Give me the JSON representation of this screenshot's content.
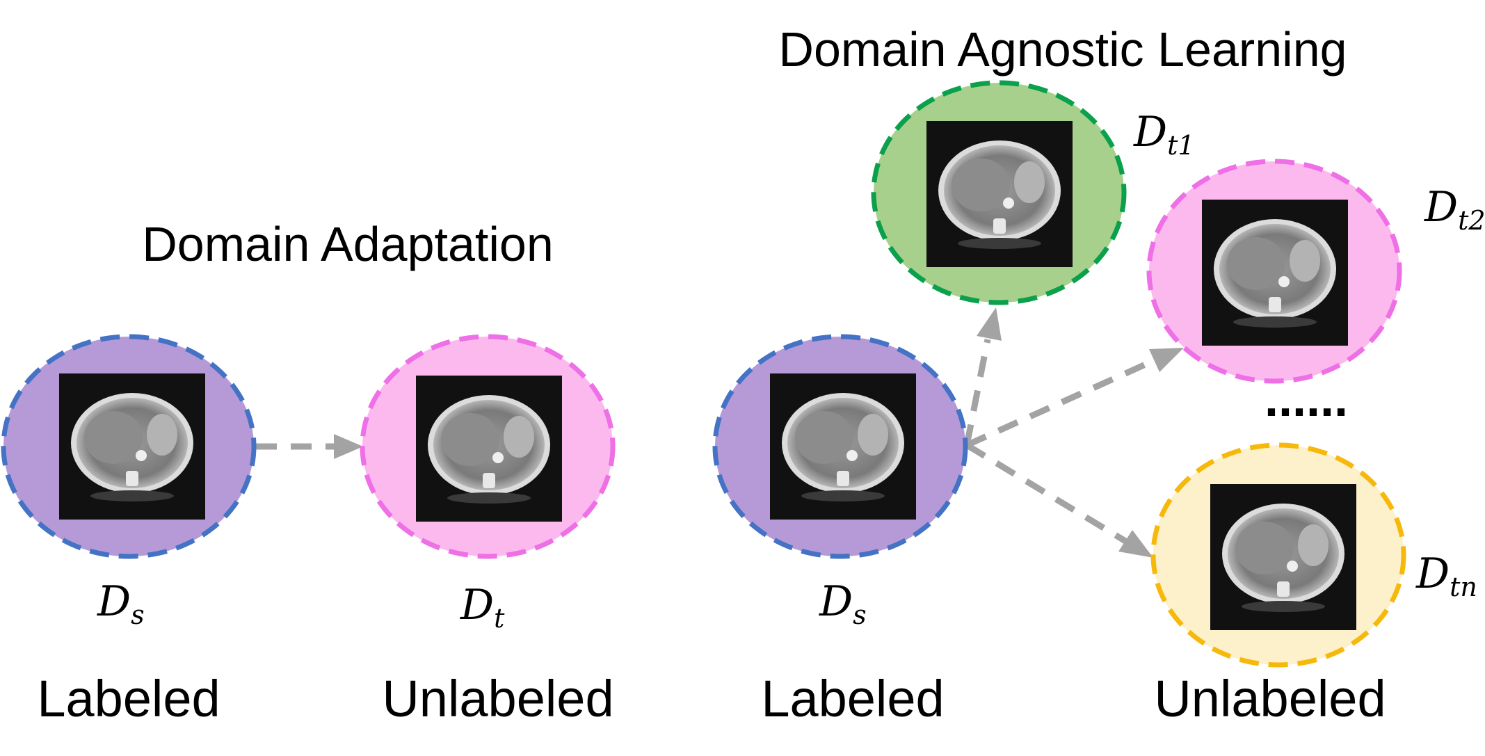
{
  "titles": {
    "domain_adaptation": "Domain Adaptation",
    "domain_agnostic": "Domain Agnostic Learning"
  },
  "labels": {
    "da_source": "Labeled",
    "da_target": "Unlabeled",
    "dal_source": "Labeled",
    "dal_target": "Unlabeled"
  },
  "domains": {
    "da_source": {
      "symbol": "D",
      "sub": "s"
    },
    "da_target": {
      "symbol": "D",
      "sub": "t"
    },
    "dal_source": {
      "symbol": "D",
      "sub": "s"
    },
    "t1": {
      "symbol": "D",
      "sub": "t1"
    },
    "t2": {
      "symbol": "D",
      "sub": "t2"
    },
    "tn": {
      "symbol": "D",
      "sub": "tn"
    }
  },
  "ellipsis": "......",
  "colors": {
    "source_fill": "#b69ad7",
    "source_border": "#4472c4",
    "pink_fill": "#fbb9ee",
    "pink_border": "#ee6fe6",
    "green_fill": "#a8d08d",
    "green_border": "#0aa04c",
    "yellow_fill": "#fdf1cb",
    "yellow_border": "#f6b90b",
    "arrow": "#a3a3a3"
  },
  "icons": {
    "scan_ct": "ct-scan-image",
    "scan_mri": "mri-scan-image"
  }
}
